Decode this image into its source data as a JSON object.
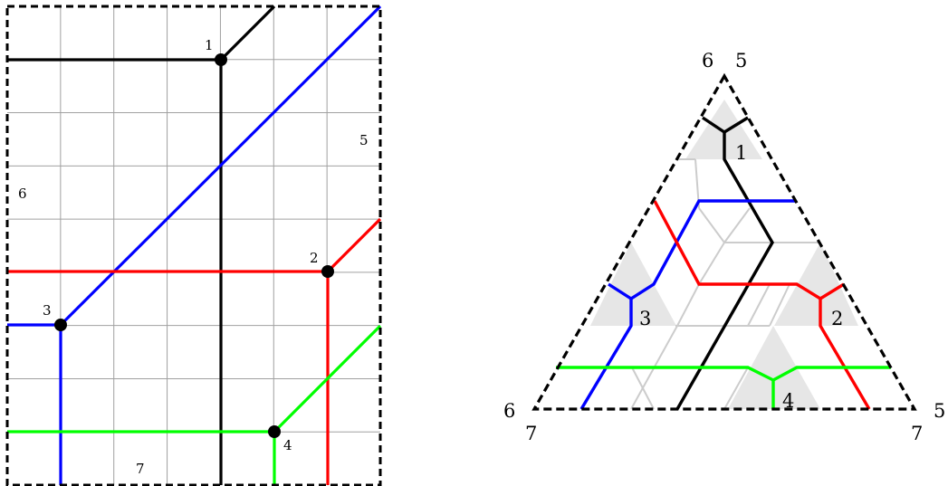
{
  "left_diagram": {
    "grid_cols": 7,
    "grid_rows": 9,
    "points": [
      {
        "label": "1",
        "col": 4,
        "row": 1
      },
      {
        "label": "2",
        "col": 6,
        "row": 5
      },
      {
        "label": "3",
        "col": 1,
        "row": 6
      },
      {
        "label": "4",
        "col": 5,
        "row": 8
      }
    ],
    "region_labels": [
      "6",
      "5",
      "7"
    ]
  },
  "right_diagram": {
    "point_labels": [
      "1",
      "2",
      "3",
      "4"
    ],
    "corner_labels": {
      "top_left": "6",
      "top_right": "5",
      "bottom_left_upper": "6",
      "bottom_left_lower": "7",
      "bottom_right_upper": "5",
      "bottom_right_lower": "7"
    }
  },
  "colors": {
    "black": "#000000",
    "blue": "#0000ff",
    "red": "#ff0000",
    "green": "#00ff00",
    "grid": "#a0a0a0",
    "shade": "#e6e6e6",
    "light_lines": "#cccccc"
  }
}
